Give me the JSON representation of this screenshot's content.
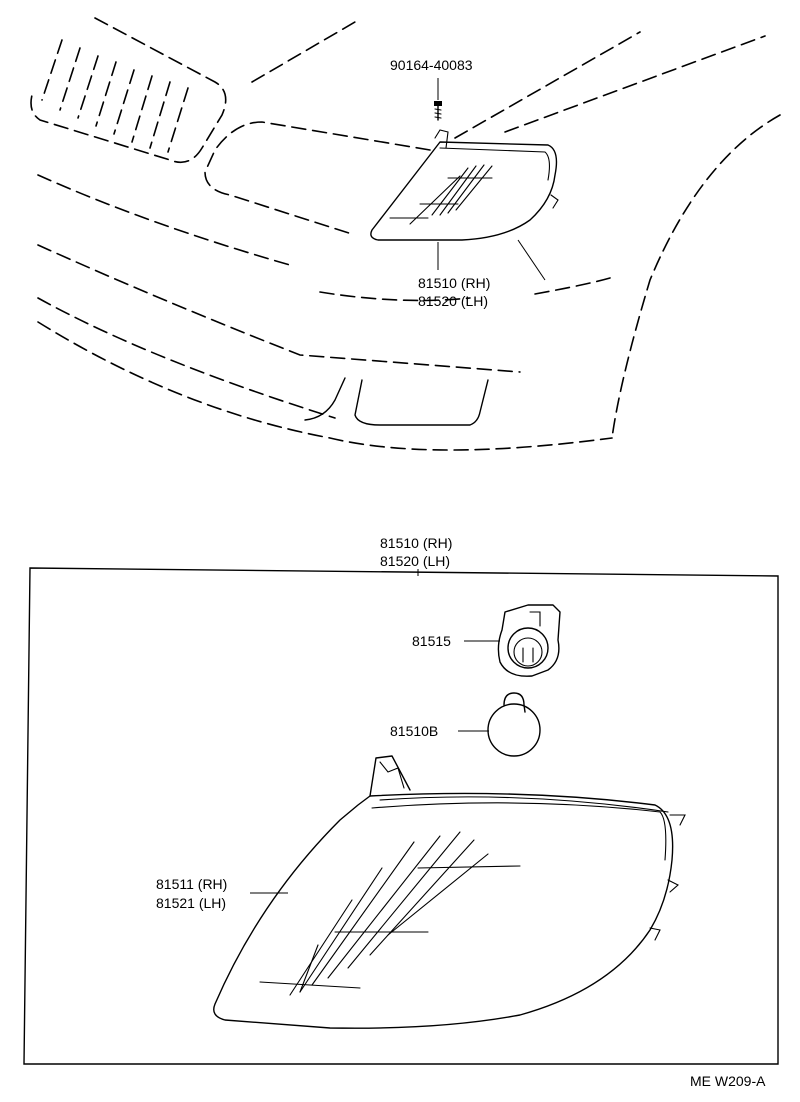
{
  "labels": {
    "screw_part": "90164-40083",
    "lamp_rh_top": "81510 (RH)",
    "lamp_lh_top": "81520 (LH)",
    "lamp_rh_box": "81510 (RH)",
    "lamp_lh_box": "81520 (LH)",
    "socket": "81515",
    "bulb": "81510B",
    "lens_rh": "81511 (RH)",
    "lens_lh": "81521 (LH)",
    "diagram_code": "ME W209-A"
  }
}
